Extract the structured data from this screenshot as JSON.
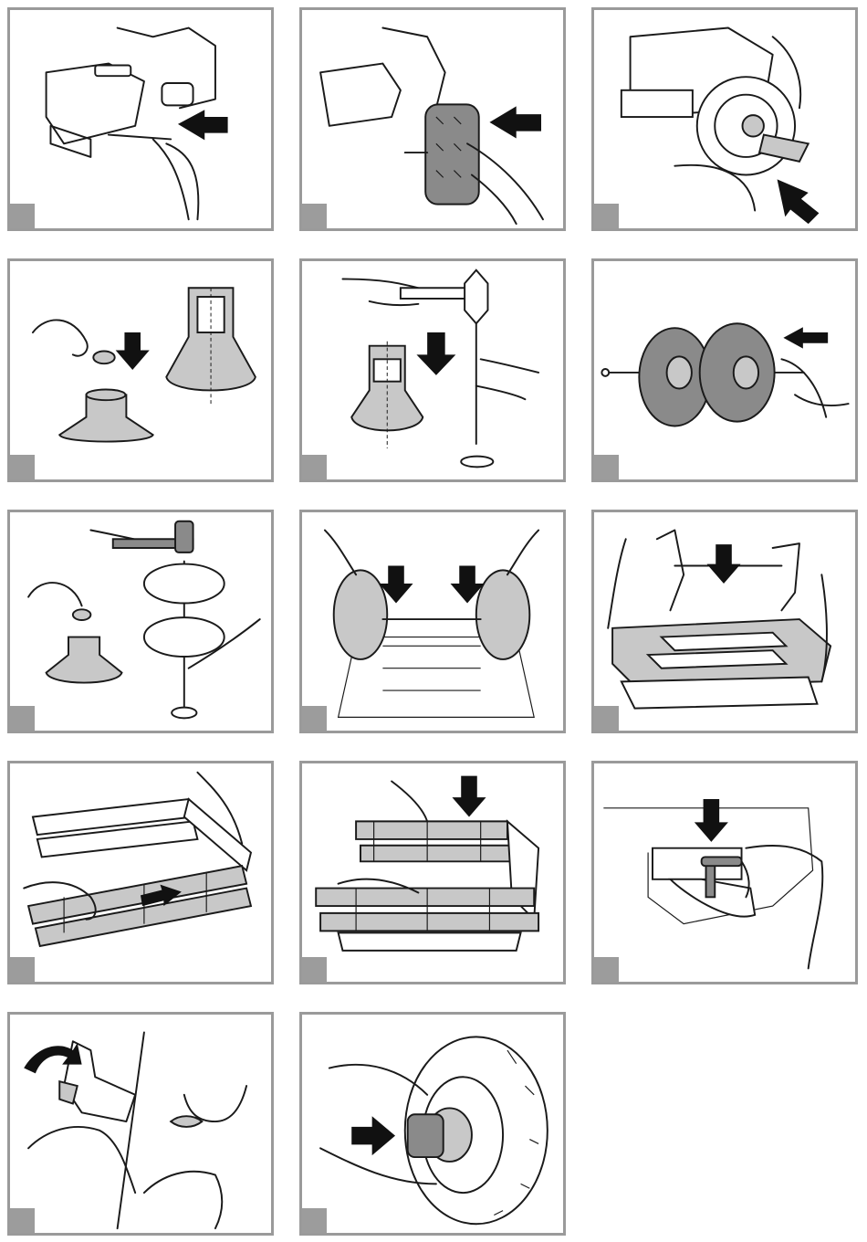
{
  "page": {
    "panels": [
      {
        "step": "",
        "subject": "axle-pin-insertion"
      },
      {
        "step": "",
        "subject": "front-wheel-mount"
      },
      {
        "step": "",
        "subject": "wheel-hub-press"
      },
      {
        "step": "",
        "subject": "hubcap-tool-cap"
      },
      {
        "step": "",
        "subject": "hammer-tool"
      },
      {
        "step": "",
        "subject": "rear-wheels-on-axle"
      },
      {
        "step": "",
        "subject": "hammer-rear-wheels"
      },
      {
        "step": "",
        "subject": "install-rear-axle"
      },
      {
        "step": "",
        "subject": "fit-rear-frame"
      },
      {
        "step": "",
        "subject": "slide-side-rails"
      },
      {
        "step": "",
        "subject": "press-rail-frame"
      },
      {
        "step": "",
        "subject": "lock-pin"
      },
      {
        "step": "",
        "subject": "rotate-clip"
      },
      {
        "step": "",
        "subject": "fit-wheel-cap"
      }
    ]
  },
  "colors": {
    "frame": "#9a9a9a",
    "tab": "#9c9c9c",
    "part_fill": "#c8c8c8",
    "arrow": "#111111"
  },
  "icons": [
    "arrow-icon",
    "hand-icon",
    "wheel-icon",
    "hammer-icon",
    "axle-icon"
  ]
}
